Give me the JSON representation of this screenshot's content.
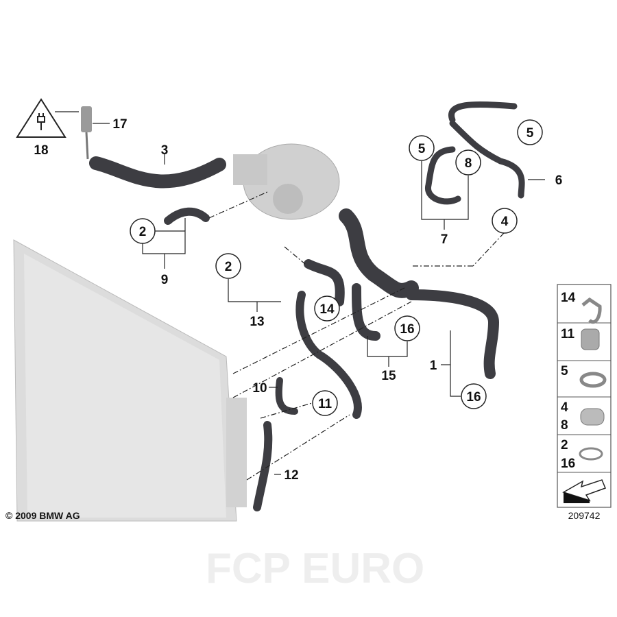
{
  "diagram": {
    "copyright": "© 2009 BMW AG",
    "image_number": "209742",
    "watermark": "FCP EURO",
    "circled_callouts": [
      "2",
      "5",
      "5",
      "8",
      "4",
      "2",
      "14",
      "16",
      "11",
      "16"
    ],
    "plain_callouts": [
      "17",
      "18",
      "3",
      "6",
      "9",
      "7",
      "13",
      "15",
      "1",
      "10",
      "12"
    ],
    "legend": [
      {
        "labels": [
          "14"
        ],
        "icon": "clip-icon"
      },
      {
        "labels": [
          "11"
        ],
        "icon": "quick-connector-icon"
      },
      {
        "labels": [
          "5"
        ],
        "icon": "hose-clamp-icon"
      },
      {
        "labels": [
          "4",
          "8"
        ],
        "icon": "band-clamp-icon"
      },
      {
        "labels": [
          "2",
          "16"
        ],
        "icon": "spring-clamp-icon"
      }
    ],
    "colors": {
      "hose": "#3d3d42",
      "radiator": "#d8d8d8",
      "line": "#222222"
    }
  }
}
